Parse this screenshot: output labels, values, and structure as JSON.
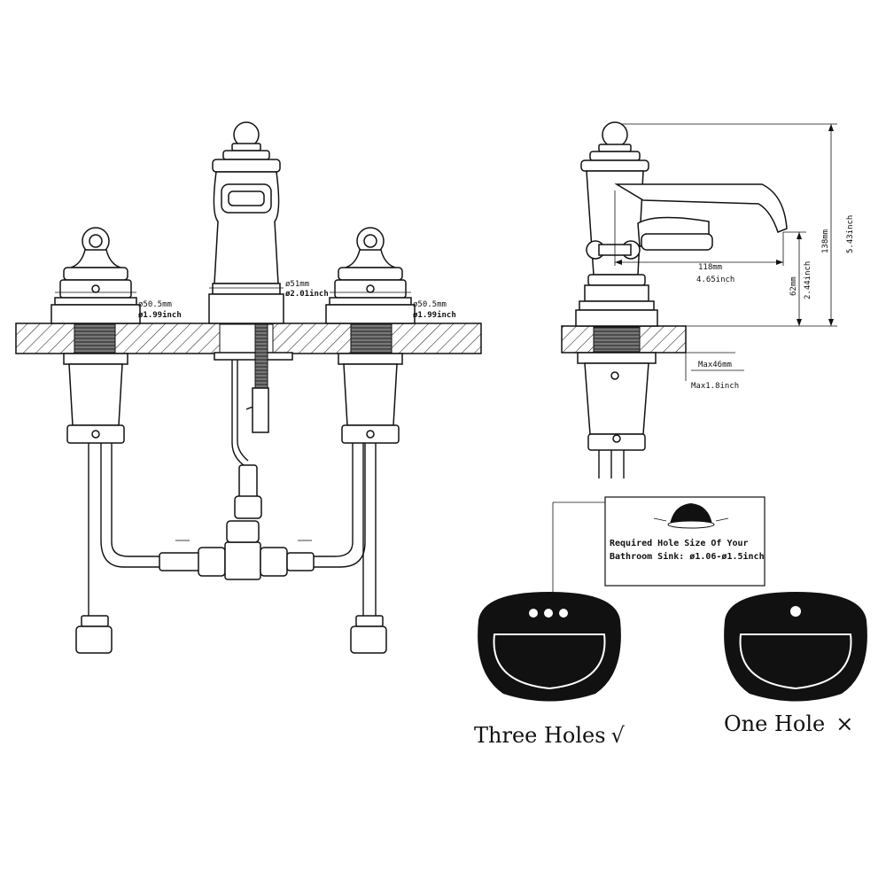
{
  "front_view": {
    "left_handle_dia_mm": "ø50.5mm",
    "left_handle_dia_in": "ø1.99inch",
    "spout_dia_mm": "ø51mm",
    "spout_dia_in": "ø2.01inch",
    "right_handle_dia_mm": "ø50.5mm",
    "right_handle_dia_in": "ø1.99inch"
  },
  "side_view": {
    "height_mm": "138mm",
    "height_in": "5.43inch",
    "reach_mm": "118mm",
    "reach_in": "4.65inch",
    "spout_height_mm": "62mm",
    "spout_height_in": "2.44inch",
    "deck_max_mm": "Max46mm",
    "deck_max_in": "Max1.8inch"
  },
  "hole_note": {
    "line1": "Required Hole Size Of Your",
    "line2": "Bathroom Sink: ø1.06-ø1.5inch"
  },
  "sinks": {
    "three_holes_label": "Three Holes",
    "three_holes_mark": "√",
    "one_hole_label": "One Hole",
    "one_hole_mark": "×"
  }
}
